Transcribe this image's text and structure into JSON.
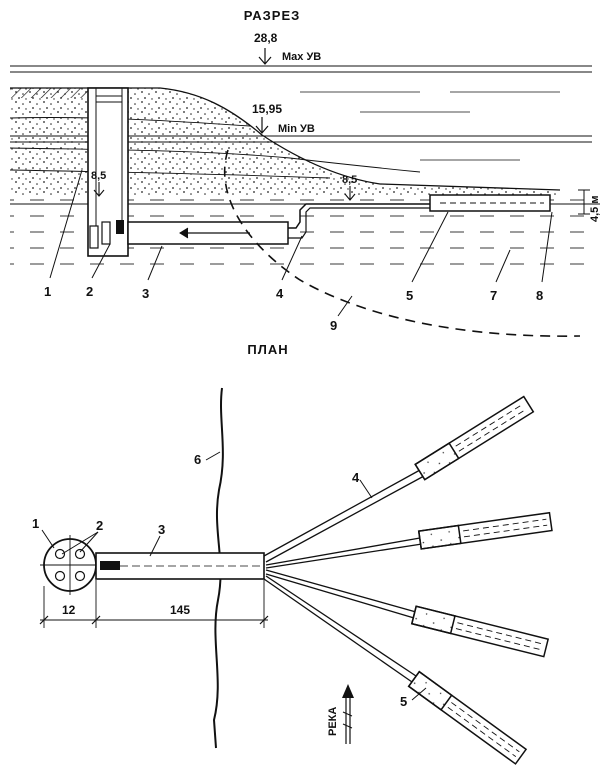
{
  "section": {
    "title": "РАЗРЕЗ",
    "max_level_value": "28,8",
    "max_level_label": "Max УВ",
    "min_level_value": "15,95",
    "min_level_label": "Min УВ",
    "well_level": "8,5",
    "intake_level": "8,5",
    "depth": "4,5 м",
    "labels": [
      "1",
      "2",
      "3",
      "4",
      "5",
      "7",
      "8",
      "9"
    ]
  },
  "plan": {
    "title": "ПЛАН",
    "dim_well": "12",
    "dim_conduit": "145",
    "river_label": "РЕКА",
    "labels": [
      "1",
      "2",
      "3",
      "6",
      "4",
      "5"
    ]
  }
}
